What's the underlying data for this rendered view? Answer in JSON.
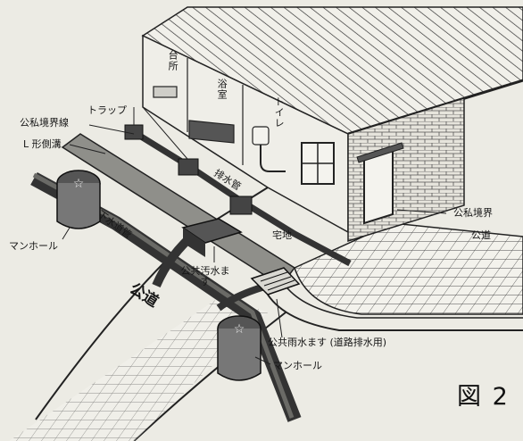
{
  "labels": {
    "kitchen": "台所",
    "bathroom": "浴室",
    "toilet": "トイレ",
    "trap": "トラップ",
    "boundary_line": "公私境界線",
    "l_gutter": "L 形側溝",
    "drain_pipe": "排水管",
    "sewer_pipe": "下水道管",
    "manhole_upper": "マンホール",
    "manhole_lower": "マンホール",
    "public_sewage_box": "公共汚水ます",
    "house_lot": "宅地",
    "boundary_right": "公私境界",
    "public_road_right": "公道",
    "public_road_left": "公道",
    "public_rain_box": "公共雨水ます (道路排水用)",
    "figure": "図 2"
  }
}
